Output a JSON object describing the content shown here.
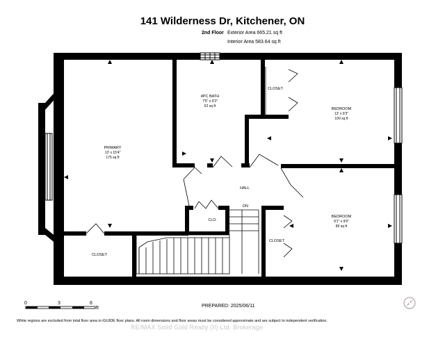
{
  "header": {
    "title": "141 Wilderness Dr, Kitchener, ON",
    "floor": "2nd Floor",
    "exterior_area": "Exterior Area 665.21 sq ft",
    "interior_area": "Interior Area 583.64 sq ft"
  },
  "rooms": {
    "primary": {
      "name": "PRIMARY",
      "dims": "13' x 15'4\"",
      "area": "175 sq ft"
    },
    "bath": {
      "name": "4PC BATH",
      "dims": "7'5\" x 9'3\"",
      "area": "62 sq ft"
    },
    "bedroom1": {
      "name": "BEDROOM",
      "dims": "13' x 9'3\"",
      "area": "100 sq ft"
    },
    "bedroom2": {
      "name": "BEDROOM",
      "dims": "9'1\" x 9'6\"",
      "area": "86 sq ft"
    },
    "closet_top": "CLOSET",
    "closet_left": "CLOSET",
    "closet_bottom": "CLOSET",
    "hall": "HALL",
    "clo": "CLO",
    "dn": "DN"
  },
  "scale": {
    "ticks": [
      "0",
      "3",
      "6"
    ],
    "unit": "ft"
  },
  "footer": {
    "prepared": "PREPARED: 2025/06/11",
    "note": "White regions are excluded from total floor area in iGUIDE floor plans. All room dimensions and floor areas must be considered approximate and are subject to independent verification.",
    "watermark": "RE/MAX Solid Gold Realty (II) Ltd. Brokerage"
  },
  "colors": {
    "wall": "#000000",
    "background": "#ffffff",
    "watermark": "#c8c8c8"
  },
  "icons": [
    "compass-icon"
  ]
}
